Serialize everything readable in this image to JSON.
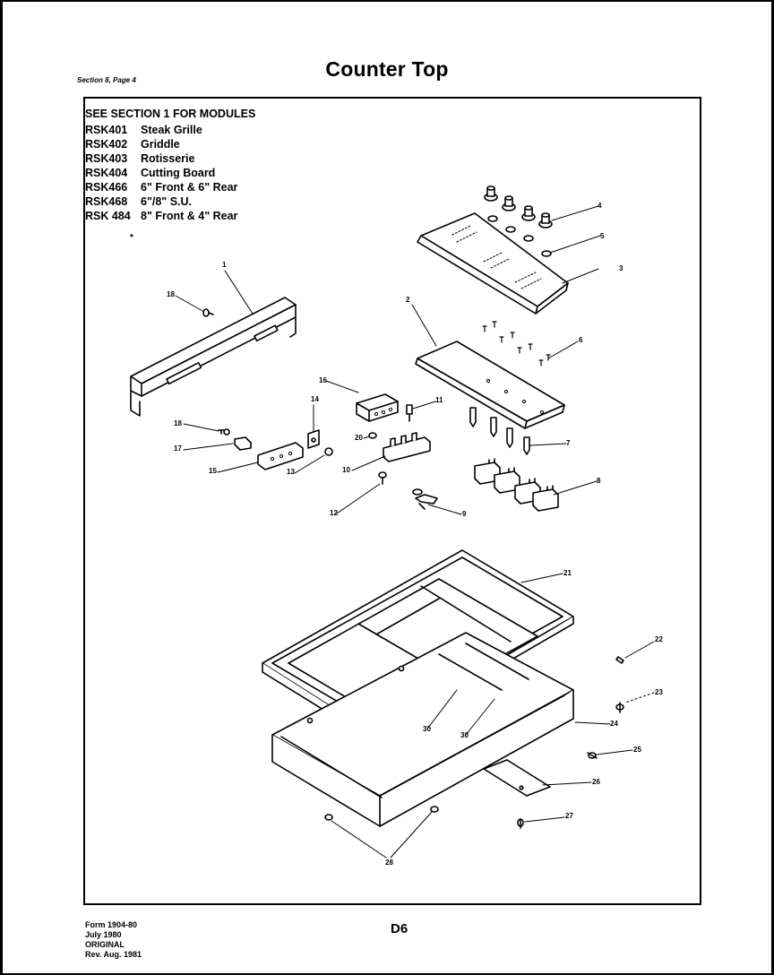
{
  "header": {
    "section_ref": "Section 8, Page 4",
    "title": "Counter Top"
  },
  "modules": {
    "heading": "SEE SECTION 1 FOR MODULES",
    "items": [
      {
        "code": "RSK401",
        "desc": "Steak Grille"
      },
      {
        "code": "RSK402",
        "desc": "Griddle"
      },
      {
        "code": "RSK403",
        "desc": "Rotisserie"
      },
      {
        "code": "RSK404",
        "desc": "Cutting Board"
      },
      {
        "code": "RSK466",
        "desc": "6\" Front & 6\" Rear"
      },
      {
        "code": "RSK468",
        "desc": "6\"/8\" S.U."
      },
      {
        "code": "RSK 484",
        "desc": "8\" Front & 4\" Rear"
      }
    ],
    "asterisk": "*"
  },
  "callouts": [
    "1",
    "2",
    "3",
    "4",
    "5",
    "6",
    "7",
    "8",
    "9",
    "10",
    "11",
    "12",
    "13",
    "14",
    "15",
    "16",
    "18",
    "17",
    "18",
    "20",
    "21",
    "22",
    "23",
    "24",
    "25",
    "26",
    "27",
    "28",
    "30",
    "30"
  ],
  "footer": {
    "lines": [
      "Form 1904-80",
      "July 1980",
      "ORIGINAL",
      "Rev. Aug. 1981"
    ],
    "page_number": "D6"
  }
}
